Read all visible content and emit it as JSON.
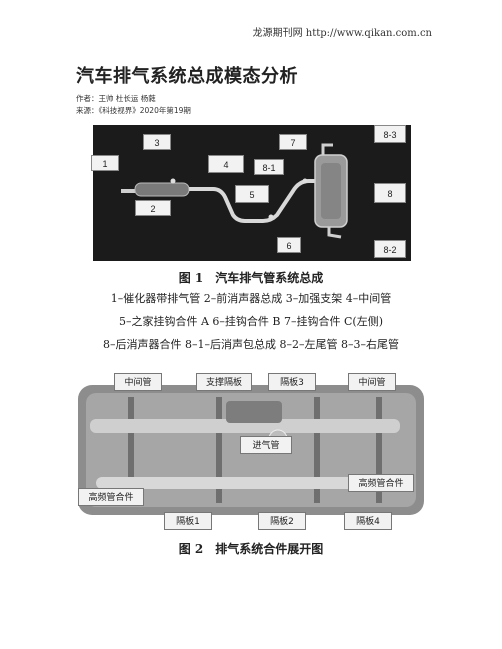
{
  "header": {
    "source_line": "龙源期刊网 http://www.qikan.com.cn"
  },
  "article": {
    "title": "汽车排气系统总成模态分析",
    "authors": "作者：王帅 杜长运 杨蕤",
    "source": "来源：《科技视界》2020年第19期"
  },
  "figure1": {
    "caption": "图 1　汽车排气管系统总成",
    "labels": [
      "1",
      "2",
      "3",
      "4",
      "5",
      "6",
      "7",
      "8-1",
      "8-3",
      "8",
      "8-2"
    ],
    "description": [
      "1–催化器带排气管 2–前消声器总成 3–加强支架 4–中间管",
      "5–之家挂钩合件 A 6–挂钩合件 B 7–挂钩合件 C(左侧)",
      "8–后消声器合件 8–1–后消声包总成 8–2–左尾管 8–3–右尾管"
    ]
  },
  "figure2": {
    "caption": "图 2　排气系统合件展开图",
    "labels": {
      "mid_pipe_left": "中间管",
      "support_plate": "支撑隔板",
      "plate3": "隔板3",
      "mid_pipe_right": "中间管",
      "inlet_pipe": "进气管",
      "hf_pipe_left": "高频管合件",
      "hf_pipe_right": "高频管合件",
      "plate1": "隔板1",
      "plate2": "隔板2",
      "plate4": "隔板4"
    }
  },
  "colors": {
    "fig1_bg": "#1a1a1a",
    "muffler_gray": "#9a9a9a",
    "label_box": "#f2f2f2"
  }
}
